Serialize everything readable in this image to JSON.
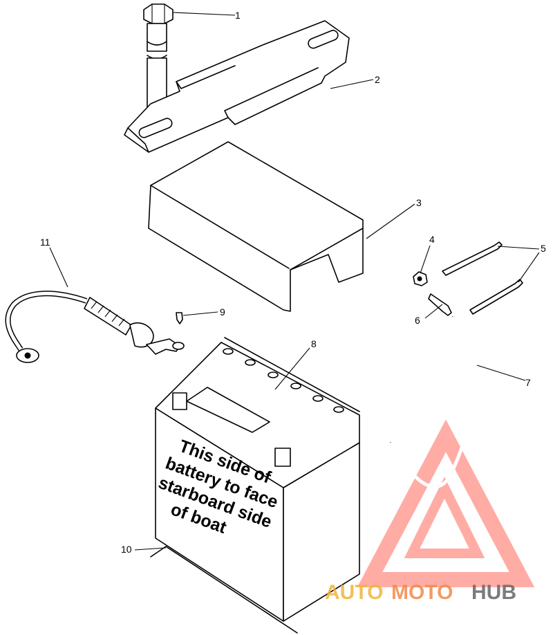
{
  "callouts": [
    "1",
    "2",
    "3",
    "4",
    "5",
    "6",
    "7",
    "8",
    "9",
    "10",
    "11"
  ],
  "battery_label": [
    "This side of",
    "battery to face",
    "starboard side",
    "of boat"
  ],
  "watermark": {
    "part1": "AUTO",
    "part2": "MOTO",
    "part3": "HUB",
    "colors": {
      "auto": "#f0b43c",
      "moto": "#f08a4a",
      "hub": "#666666",
      "triangle": "#ff6a5c"
    }
  }
}
